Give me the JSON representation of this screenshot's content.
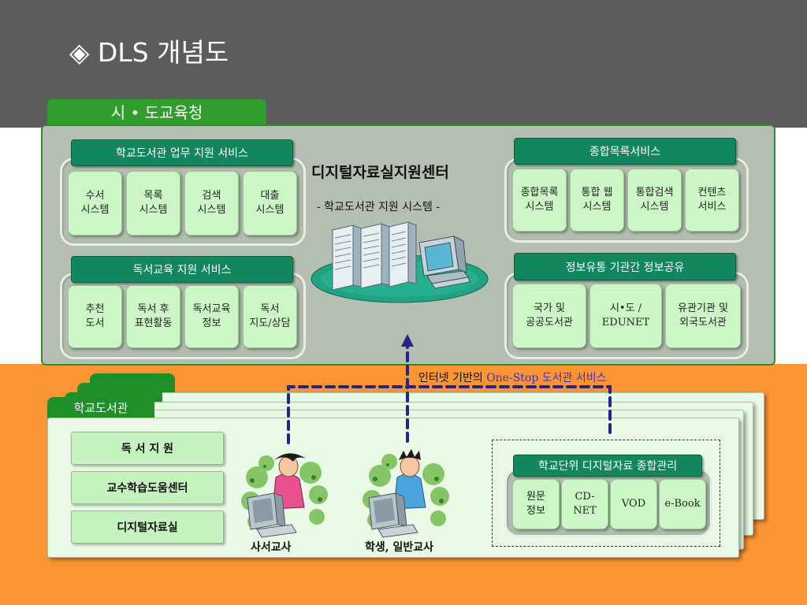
{
  "slide": {
    "title": "◈ DLS 개념도"
  },
  "office": {
    "tab_label": "시 • 도교육청",
    "center": {
      "title": "디지털자료실지원센터",
      "subtitle": "- 학교도서관 지원 시스템 -"
    },
    "left_groups": [
      {
        "header": "학교도서관 업무 지원 서비스",
        "items": [
          "수서\n시스템",
          "목록\n시스템",
          "검색\n시스템",
          "대출\n시스템"
        ]
      },
      {
        "header": "독서교육 지원 서비스",
        "items": [
          "추천\n도서",
          "독서 후\n표현활동",
          "독서교육\n정보",
          "독서\n지도/상담"
        ]
      }
    ],
    "right_groups": [
      {
        "header": "종합목록서비스",
        "items": [
          "종합목록\n시스템",
          "통합 웹\n시스템",
          "통합검색\n시스템",
          "컨텐츠\n서비스"
        ]
      },
      {
        "header": "정보유통 기관간 정보공유",
        "items": [
          "국가 및\n공공도서관",
          "시•도 /\nEDUNET",
          "유관기관 및\n외국도서관"
        ]
      }
    ]
  },
  "connection": {
    "label_prefix": "인터넷 기반의 ",
    "label_highlight": "One-Stop 도서관 서비스",
    "highlight_color": "#3a33c4",
    "line_color": "#24248a"
  },
  "school": {
    "tab_label": "학교도서관",
    "side_buttons": [
      "독 서 지 원",
      "교수학습도움센터",
      "디지털자료실"
    ],
    "users": [
      {
        "label": "사서교사",
        "icon": "librarian-at-computer-icon",
        "shirt_color": "#e8508f"
      },
      {
        "label": "학생, 일반교사",
        "icon": "student-at-computer-icon",
        "shirt_color": "#4aa3dc"
      }
    ],
    "digital_mgmt": {
      "header": "학교단위 디지털자료 종합관리",
      "items": [
        "원문\n정보",
        "CD-\nNET",
        "VOD",
        "e-Book"
      ]
    }
  },
  "colors": {
    "top_band": "#5c5c5c",
    "bottom_band": "#fb9433",
    "accent_green": "#2f9e2c",
    "header_green": "#12865d"
  }
}
